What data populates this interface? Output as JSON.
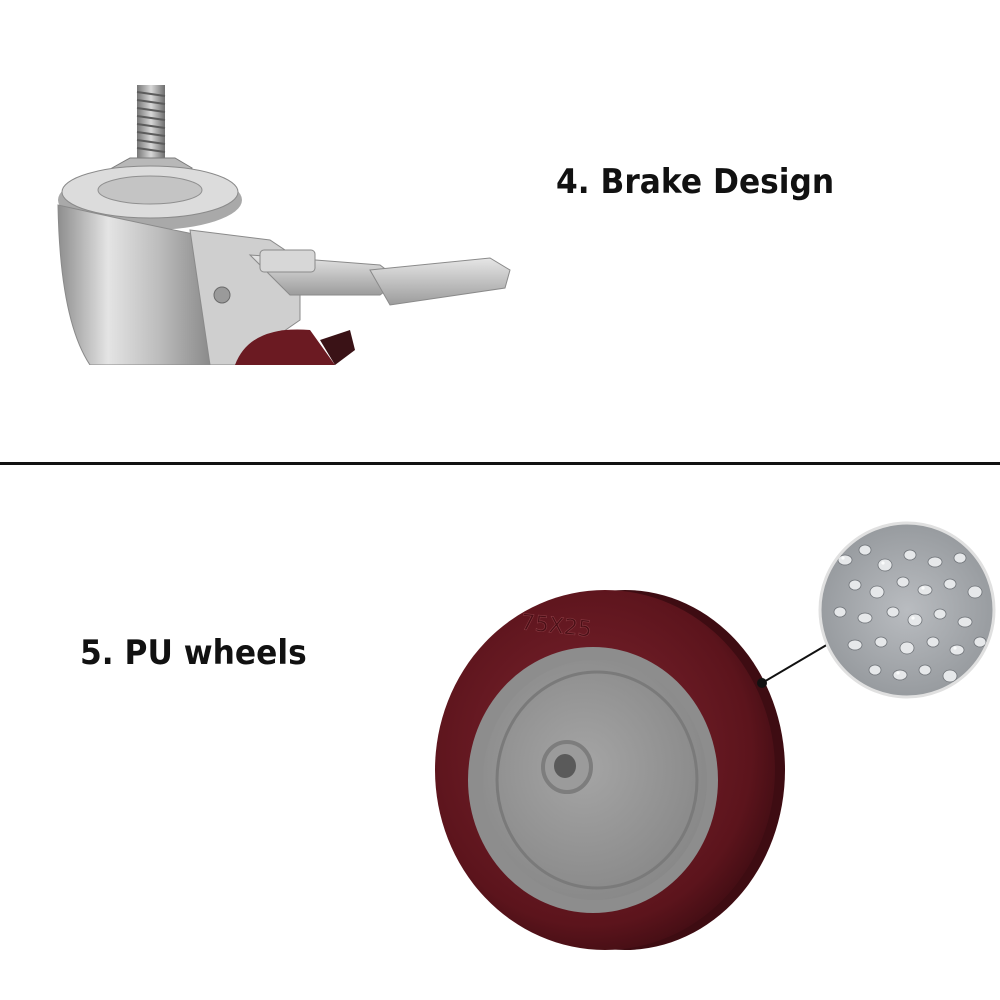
{
  "sections": [
    {
      "label": "4. Brake Design",
      "image": "swivel-caster-with-brake-pedal"
    },
    {
      "label": "5. PU wheels",
      "image": "polyurethane-wheel",
      "wheel_marking": "75X25",
      "detail_image": "pu-pellets-closeup"
    }
  ],
  "colors": {
    "text": "#111111",
    "divider": "#111111",
    "wheel_tread": "#6b1a22",
    "wheel_hub": "#9a9a9a",
    "metal": "#c8c8c8"
  }
}
